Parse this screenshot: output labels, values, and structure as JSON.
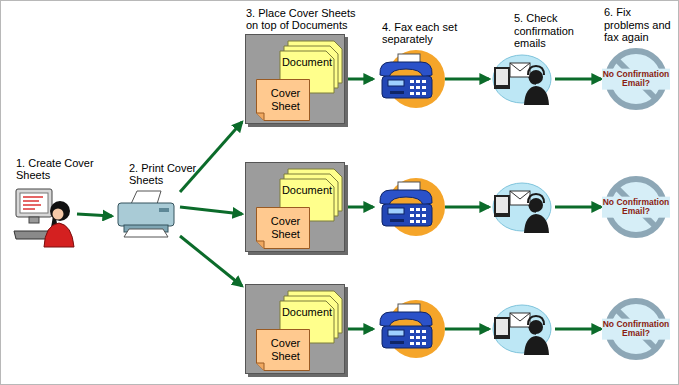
{
  "diagram": {
    "nodes": [
      {
        "text": [
          "1. Create Cover Sheets"
        ]
      },
      {
        "text": [
          "2. Print Cover Sheets"
        ]
      },
      {
        "text": [
          "3. Place Cover Sheets on top of Documents"
        ]
      },
      {
        "text": [
          "Document"
        ],
        "in": 2
      },
      {
        "text": [
          "Cover Sheet"
        ],
        "in": 2
      },
      {
        "text": [
          "4. Fax each set separately"
        ]
      },
      {
        "text": [
          "5. Check confirmation emails"
        ]
      },
      {
        "text": [
          "6. Fix problems and fax again",
          "No Confirmation Email?"
        ]
      },
      {
        "text": []
      },
      {
        "text": [
          "Document"
        ],
        "in": 8
      },
      {
        "text": [
          "Cover Sheet"
        ],
        "in": 8
      },
      {
        "text": []
      },
      {
        "text": []
      },
      {
        "text": [
          "No Confirmation Email?"
        ]
      },
      {
        "text": []
      },
      {
        "text": [
          "Document"
        ],
        "in": 14
      },
      {
        "text": [
          "Cover Sheet"
        ],
        "in": 14
      },
      {
        "text": []
      },
      {
        "text": []
      },
      {
        "text": [
          "No Confirmation Email?"
        ]
      }
    ],
    "edges": [
      {
        "from": 0,
        "to": 1,
        "arrow": "to"
      },
      {
        "from": 1,
        "to": 2,
        "arrow": "to"
      },
      {
        "from": 1,
        "to": 8,
        "arrow": "to"
      },
      {
        "from": 1,
        "to": 14,
        "arrow": "to"
      },
      {
        "from": 2,
        "to": 5,
        "arrow": "to"
      },
      {
        "from": 5,
        "to": 6,
        "arrow": "to"
      },
      {
        "from": 6,
        "to": 7,
        "arrow": "to"
      },
      {
        "from": 8,
        "to": 11,
        "arrow": "to"
      },
      {
        "from": 11,
        "to": 12,
        "arrow": "to"
      },
      {
        "from": 12,
        "to": 13,
        "arrow": "to"
      },
      {
        "from": 14,
        "to": 17,
        "arrow": "to"
      },
      {
        "from": 17,
        "to": 18,
        "arrow": "to"
      },
      {
        "from": 18,
        "to": 19,
        "arrow": "to"
      }
    ]
  }
}
